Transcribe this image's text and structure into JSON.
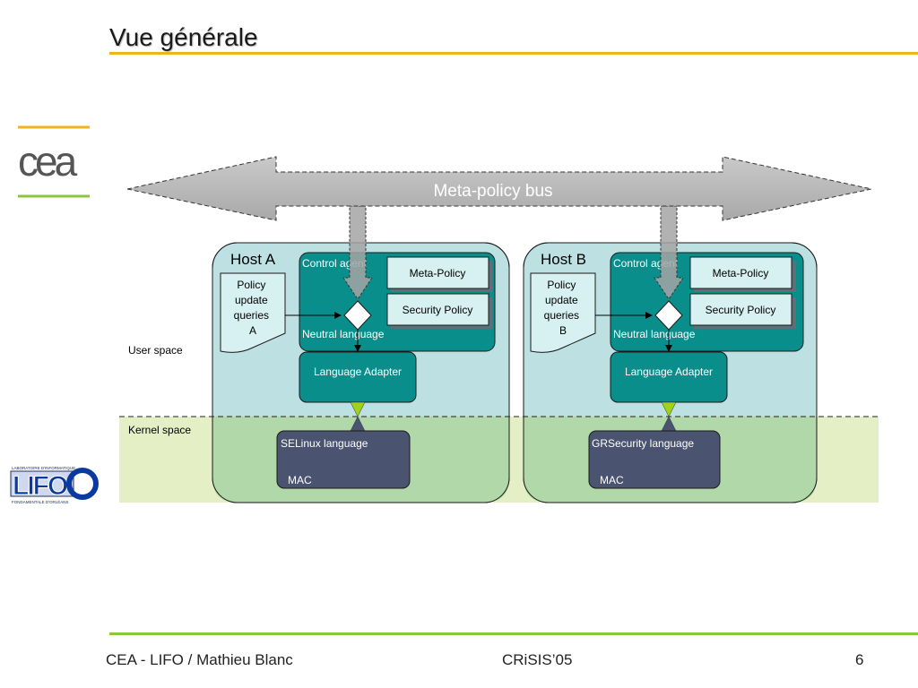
{
  "slide": {
    "title": "Vue générale",
    "footer_left": "CEA - LIFO / Mathieu Blanc",
    "footer_center": "CRiSIS’05",
    "page_number": "6"
  },
  "logos": {
    "top": "cea",
    "bottom_main": "LIFO",
    "bottom_small_top": "LABORATOIRE D'INFORMATIQUE",
    "bottom_small_bottom": "FONDAMENTALE D'ORLÉANS"
  },
  "diagram": {
    "bus_label": "Meta-policy bus",
    "user_space_label": "User space",
    "kernel_space_label": "Kernel space",
    "host_a": {
      "title": "Host A",
      "control_agent": "Control agent",
      "meta_policy": "Meta-Policy",
      "security_policy": "Security Policy",
      "neutral_language": "Neutral language",
      "queries_lines": [
        "Policy",
        "update",
        "queries",
        "A"
      ],
      "language_adapter": "Language Adapter",
      "kernel_language": "SELinux language",
      "mac": "MAC"
    },
    "host_b": {
      "title": "Host B",
      "control_agent": "Control agent",
      "meta_policy": "Meta-Policy",
      "security_policy": "Security Policy",
      "neutral_language": "Neutral language",
      "queries_lines": [
        "Policy",
        "update",
        "queries",
        "B"
      ],
      "language_adapter": "Language Adapter",
      "kernel_language": "GRSecurity  language",
      "mac": "MAC"
    },
    "colors": {
      "host_fill": "#bde0e3",
      "kernel_band": "#e5efc6",
      "agent_fill": "#0a8e8c",
      "policy_fill": "#d7f0f2",
      "kernel_box": "#4a5470",
      "bus_fill": "#b9b9b9",
      "title_rule": "#f2b21b",
      "footer_rule": "#8cc63f"
    }
  }
}
